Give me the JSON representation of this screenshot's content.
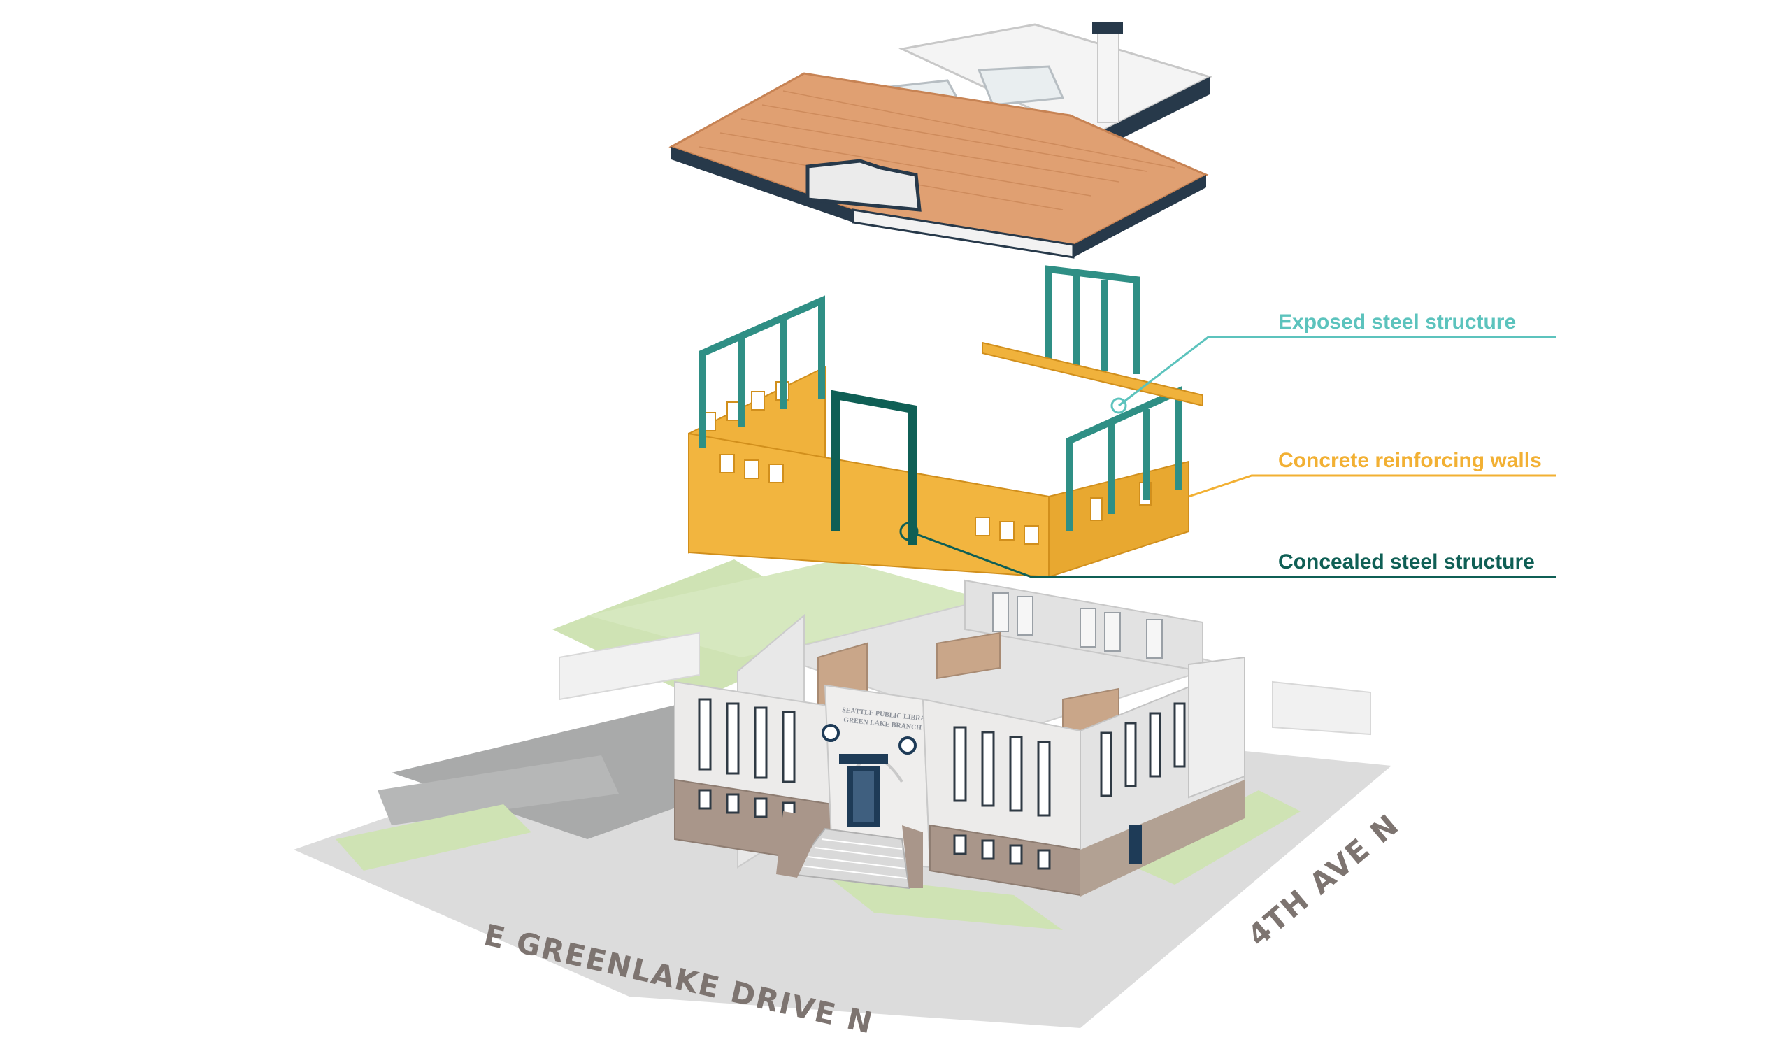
{
  "callouts": {
    "exposed": {
      "label": "Exposed steel structure",
      "color": "#5cc3bd"
    },
    "concrete": {
      "label": "Concrete reinforcing walls",
      "color": "#f2b033"
    },
    "concealed": {
      "label": "Concealed steel structure",
      "color": "#0f5f55"
    }
  },
  "streets": {
    "south": "E GREENLAKE DRIVE N",
    "east": "4TH AVE N"
  },
  "facade_sign": {
    "line1": "SEATTLE PUBLIC LIBRARY",
    "line2": "GREEN LAKE BRANCH"
  },
  "colors": {
    "roof_tile": "#e0a072",
    "steel_exposed": "#2f8f85",
    "steel_concealed": "#0f5f55",
    "concrete_wall": "#f0b23c",
    "lawn": "#cfe3b4",
    "asphalt": "#a9aaaa",
    "sidewalk": "#dcdcdc",
    "facade": "#ecebea",
    "base_stone": "#a9968a"
  }
}
